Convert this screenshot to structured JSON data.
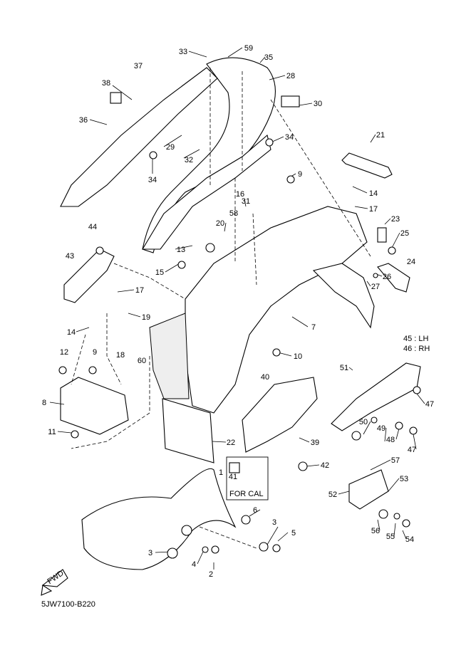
{
  "diagram_code": "5JW7100-B220",
  "fwd_label": "FWD",
  "for_cal_label": "FOR CAL",
  "side_labels": {
    "lh": "45 : LH",
    "rh": "46 : RH"
  },
  "callouts": [
    "33",
    "59",
    "35",
    "37",
    "28",
    "38",
    "30",
    "36",
    "34",
    "29",
    "32",
    "34",
    "21",
    "9",
    "14",
    "16",
    "31",
    "17",
    "58",
    "20",
    "23",
    "44",
    "25",
    "13",
    "43",
    "24",
    "15",
    "26",
    "17",
    "27",
    "19",
    "7",
    "14",
    "18",
    "12",
    "10",
    "9",
    "60",
    "51",
    "40",
    "47",
    "8",
    "50",
    "49",
    "48",
    "47",
    "11",
    "22",
    "39",
    "42",
    "57",
    "41",
    "1",
    "53",
    "52",
    "6",
    "3",
    "5",
    "56",
    "55",
    "54",
    "3",
    "4",
    "2"
  ]
}
